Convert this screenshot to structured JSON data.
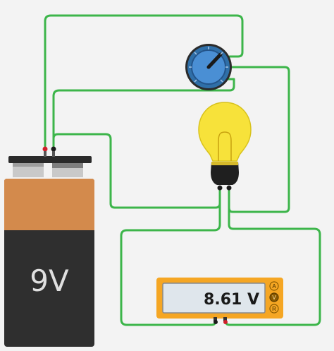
{
  "battery": {
    "label": "9V"
  },
  "multimeter": {
    "reading": "8.61 V",
    "modes": [
      {
        "label": "A",
        "active": false
      },
      {
        "label": "V",
        "active": true
      },
      {
        "label": "R",
        "active": false
      }
    ]
  },
  "colors": {
    "wire": "#3cb54a",
    "battery_body": "#2f2f2f",
    "battery_band": "#d38a4c",
    "meter_case": "#f5a623",
    "meter_screen": "#dfe6ec",
    "bulb_glass": "#f7e23a",
    "pot_knob": "#4a8fd4"
  },
  "icons": {
    "battery": "battery-9v-icon",
    "potentiometer": "potentiometer-icon",
    "bulb": "light-bulb-icon",
    "multimeter": "multimeter-icon"
  }
}
